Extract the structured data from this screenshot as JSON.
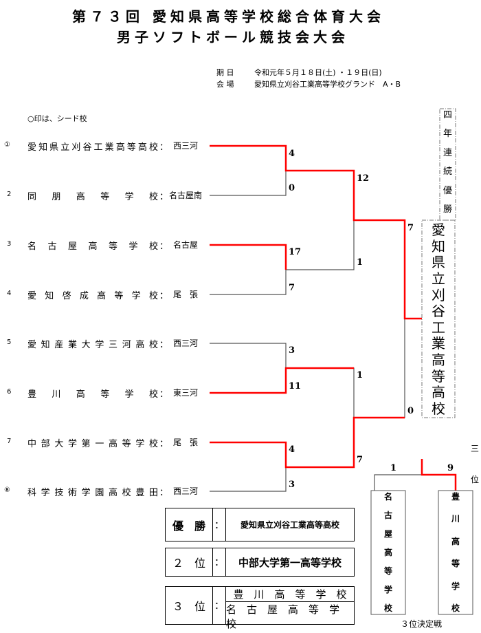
{
  "header": {
    "title_line1": "第７３回 愛知県高等学校総合体育大会",
    "title_line2": "男子ソフトボール競技会大会",
    "date_label": "期 日",
    "date_value": "令和元年５月１８日(土) ・１９日(日)",
    "venue_label": "会 場",
    "venue_value": "愛知県立刈谷工業高等学校グランド　A・B"
  },
  "note": "○印は、シード校",
  "teams": [
    {
      "seed": "①",
      "name": "愛知県立刈谷工業高等高校",
      "region": "西三河"
    },
    {
      "seed": "2",
      "name": "同朋高等学校",
      "region": "名古屋南"
    },
    {
      "seed": "3",
      "name": "名古屋高等学校",
      "region": "名古屋"
    },
    {
      "seed": "4",
      "name": "愛知啓成高等学校",
      "region": "尾　張"
    },
    {
      "seed": "5",
      "name": "愛知産業大学三河高校",
      "region": "西三河"
    },
    {
      "seed": "6",
      "name": "豊川高等学校",
      "region": "東三河"
    },
    {
      "seed": "7",
      "name": "中部大学第一高等学校",
      "region": "尾　張"
    },
    {
      "seed": "⑧",
      "name": "科学技術学園高校豊田",
      "region": "西三河"
    }
  ],
  "colon": "：",
  "scores": {
    "r1": [
      "4",
      "0",
      "17",
      "7",
      "3",
      "11",
      "4",
      "3"
    ],
    "r2": [
      "12",
      "1",
      "1",
      "7"
    ],
    "final": [
      "7",
      "0"
    ],
    "third": [
      "1",
      "9"
    ]
  },
  "champion_box": [
    "愛",
    "知",
    "県",
    "立",
    "刈",
    "谷",
    "工",
    "業",
    "高",
    "等",
    "高",
    "校"
  ],
  "streak_box": [
    "四",
    "年",
    "連",
    "続",
    "優",
    "勝"
  ],
  "third_place": {
    "left": [
      "名",
      "古",
      "屋",
      "高",
      "等",
      "学",
      "校"
    ],
    "right": [
      "豊",
      "川",
      "高",
      "等",
      "学",
      "校"
    ],
    "caption": "３位決定戦",
    "side_1": "三",
    "side_2": "位"
  },
  "results": {
    "winner_label": "優　勝",
    "winner": "愛知県立刈谷工業高等高校",
    "second_label": "２　位",
    "second": "中部大学第一高等学校",
    "third_label": "３　位",
    "third": [
      "豊　川　高　等　学　校",
      "名　古　屋　高　等　学　校"
    ]
  },
  "colors": {
    "win_line": "#ff0000",
    "line": "#555555"
  }
}
